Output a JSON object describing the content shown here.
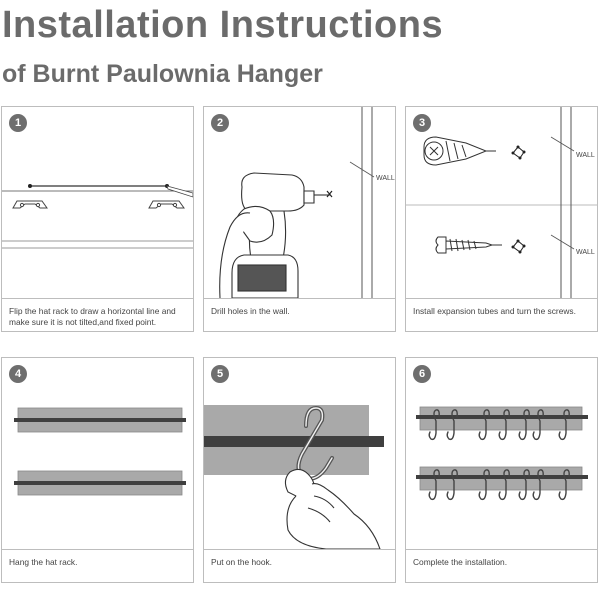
{
  "header": {
    "title": "Installation Instructions",
    "subtitle": "of Burnt Paulownia Hanger"
  },
  "steps": [
    {
      "number": "1",
      "caption": "Flip the hat rack to draw a horizontal line and make sure it is not tilted,and fixed point."
    },
    {
      "number": "2",
      "caption": "Drill holes in the wall.",
      "label": "WALL"
    },
    {
      "number": "3",
      "caption": "Install expansion tubes and turn the screws.",
      "label_top": "WALL",
      "label_bottom": "WALL"
    },
    {
      "number": "4",
      "caption": "Hang the hat rack."
    },
    {
      "number": "5",
      "caption": "Put on the hook."
    },
    {
      "number": "6",
      "caption": "Complete the installation."
    }
  ],
  "colors": {
    "title": "#6b6b6b",
    "badge": "#6e6e6e",
    "rack_board": "#a9a9a9",
    "rack_bar": "#3f3f3f",
    "border": "#bdbdbd"
  }
}
